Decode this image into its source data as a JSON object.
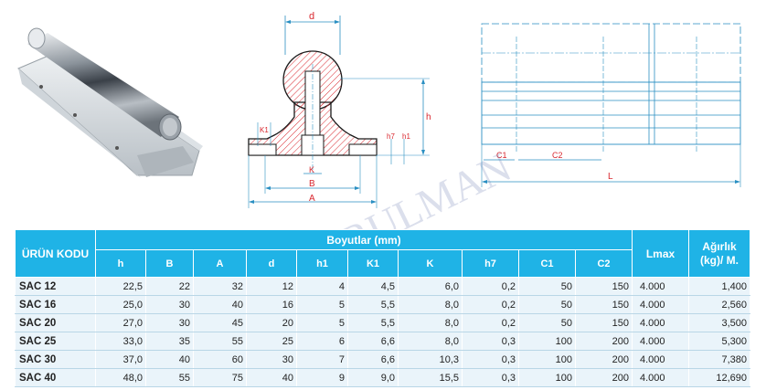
{
  "diagram_labels": {
    "d": "d",
    "h": "h",
    "K1": "K1",
    "K": "K",
    "B": "B",
    "A": "A",
    "h1": "h1",
    "h7": "h7",
    "C1": "C1",
    "C2": "C2",
    "L": "L"
  },
  "watermark": "RULMAN",
  "table": {
    "code_header": "ÜRÜN KODU",
    "group_header": "Boyutlar (mm)",
    "lmax_header": "Lmax",
    "weight_header_line1": "Ağırlık",
    "weight_header_line2": "(kg)/ M.",
    "dim_headers": [
      "h",
      "B",
      "A",
      "d",
      "h1",
      "K1",
      "K",
      "h7",
      "C1",
      "C2"
    ],
    "rows": [
      {
        "code": "SAC 12",
        "vals": [
          "22,5",
          "22",
          "32",
          "12",
          "4",
          "4,5",
          "6,0",
          "0,2",
          "50",
          "150"
        ],
        "lmax": "4.000",
        "weight": "1,400"
      },
      {
        "code": "SAC 16",
        "vals": [
          "25,0",
          "30",
          "40",
          "16",
          "5",
          "5,5",
          "8,0",
          "0,2",
          "50",
          "150"
        ],
        "lmax": "4.000",
        "weight": "2,560"
      },
      {
        "code": "SAC 20",
        "vals": [
          "27,0",
          "30",
          "45",
          "20",
          "5",
          "5,5",
          "8,0",
          "0,2",
          "50",
          "150"
        ],
        "lmax": "4.000",
        "weight": "3,500"
      },
      {
        "code": "SAC 25",
        "vals": [
          "33,0",
          "35",
          "55",
          "25",
          "6",
          "6,6",
          "8,0",
          "0,3",
          "100",
          "200"
        ],
        "lmax": "4.000",
        "weight": "5,300"
      },
      {
        "code": "SAC 30",
        "vals": [
          "37,0",
          "40",
          "60",
          "30",
          "7",
          "6,6",
          "10,3",
          "0,3",
          "100",
          "200"
        ],
        "lmax": "4.000",
        "weight": "7,380"
      },
      {
        "code": "SAC 40",
        "vals": [
          "48,0",
          "55",
          "75",
          "40",
          "9",
          "9,0",
          "15,5",
          "0,3",
          "100",
          "200"
        ],
        "lmax": "4.000",
        "weight": "12,690"
      }
    ]
  }
}
